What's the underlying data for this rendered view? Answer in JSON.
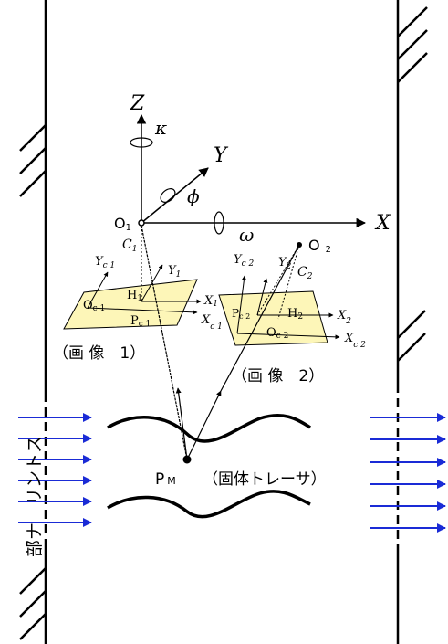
{
  "labels": {
    "z_axis": "Z",
    "y_axis": "Y",
    "x_axis": "X",
    "kappa": "κ",
    "phi": "ϕ",
    "omega": "ω",
    "o1": "O",
    "o1_sub": "1",
    "o2": "O",
    "o2_sub": "2",
    "c1": "C",
    "c1_sub": "1",
    "c2": "C",
    "c2_sub": "2",
    "yc1": "Y",
    "yc1_sub": "c 1",
    "y1": "Y",
    "y1_sub": "1",
    "oc1": "O",
    "oc1_sub": "c 1",
    "h1": "H",
    "h1_sub": "1",
    "x1": "X",
    "x1_sub": "1",
    "xc1": "X",
    "xc1_sub": "c 1",
    "pc1": "P",
    "pc1_sub": "c 1",
    "yc2": "Y",
    "yc2_sub": "c 2",
    "y2": "Y",
    "y2_sub": "2",
    "pc2": "P",
    "pc2_sub": "c 2",
    "h2": "H",
    "h2_sub": "2",
    "oc2": "O",
    "oc2_sub": "c 2",
    "x2": "X",
    "x2_sub": "2",
    "xc2": "X",
    "xc2_sub": "c 2",
    "image1": "（画 像　1）",
    "image2": "（画 像　2）",
    "pm": "P",
    "pm_sub": "M",
    "tracer": "（固体トレーサ）",
    "flow_label": "部ナ　リントス"
  },
  "colors": {
    "plane_fill": "#fdf6b8",
    "flow_arrow": "#1a2bd6",
    "ink": "#000000"
  }
}
